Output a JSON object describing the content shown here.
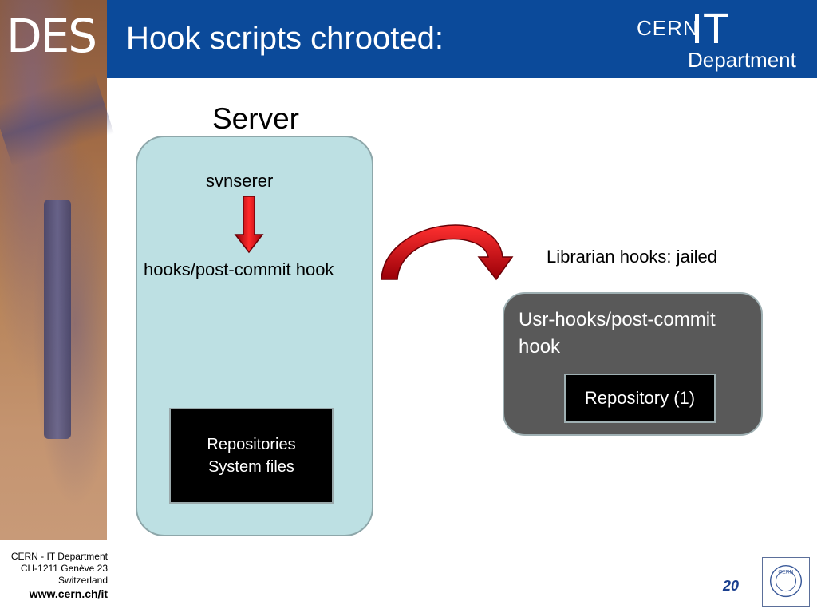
{
  "header": {
    "logo_text": "DES",
    "title": "Hook scripts chrooted:",
    "brand": {
      "cern": "CERN",
      "it": "IT",
      "department": "Department"
    }
  },
  "diagram": {
    "server_heading": "Server",
    "svnserer": "svnserer",
    "hooks_label": "hooks/post-commit hook",
    "repositories_box": {
      "line1": "Repositories",
      "line2": "System files"
    },
    "librarian_label": "Librarian hooks: jailed",
    "usr_box_label": "Usr-hooks/post-commit hook",
    "repository_box": "Repository (1)"
  },
  "footer": {
    "address_lines": [
      "CERN - IT Department",
      "CH-1211 Genève 23",
      "Switzerland"
    ],
    "url": "www.cern.ch/it",
    "page_number": "20",
    "seal_text": "CERN"
  },
  "colors": {
    "title_bar": "#0b4a9a",
    "server_box": "#bde0e3",
    "usr_box": "#595959",
    "arrow": "#e0101a",
    "page_number": "#1a3f8f"
  }
}
